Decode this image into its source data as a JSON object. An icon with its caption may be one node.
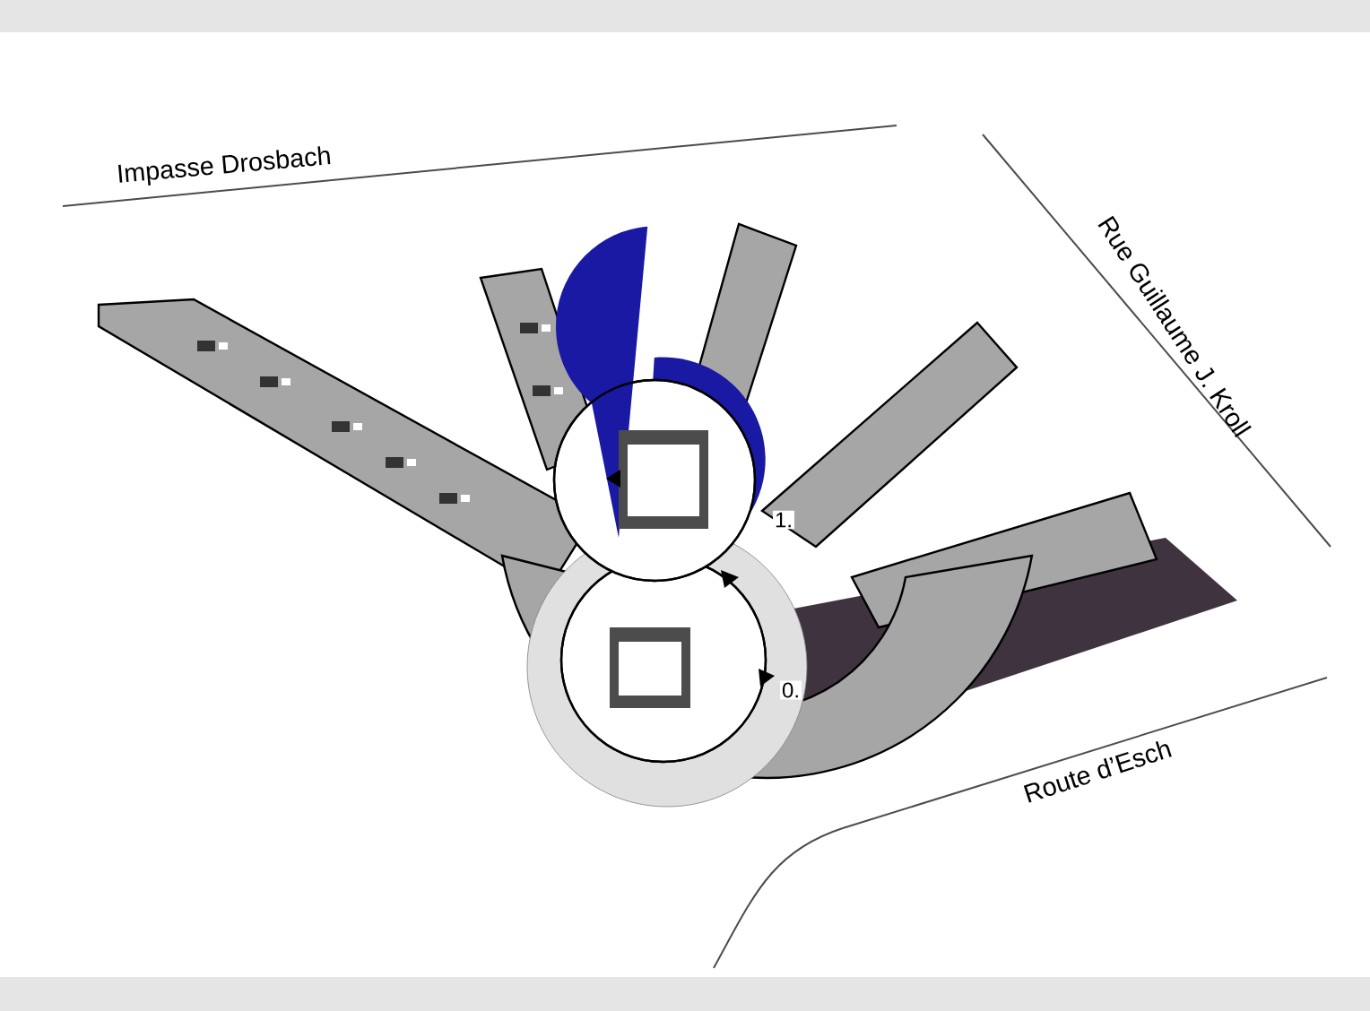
{
  "diagram": {
    "labels": [
      "Impasse Drosbach",
      "Rue Guillaume J. Kroll",
      "1.",
      "0.",
      "Route d’Esch"
    ]
  }
}
